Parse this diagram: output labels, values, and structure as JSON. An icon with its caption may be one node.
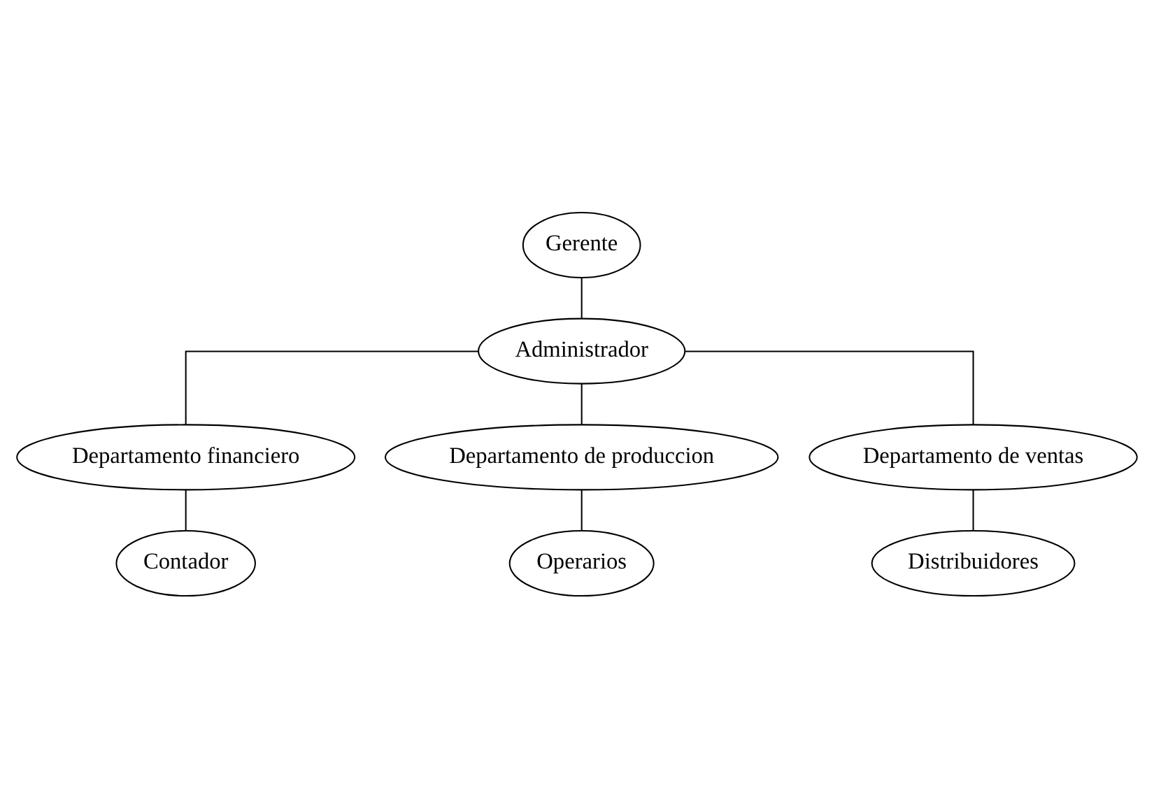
{
  "diagram": {
    "nodes": [
      {
        "text": [
          "Gerente"
        ]
      },
      {
        "text": [
          "Administrador"
        ]
      },
      {
        "text": [
          "Departamento financiero"
        ]
      },
      {
        "text": [
          "Departamento de produccion"
        ]
      },
      {
        "text": [
          "Departamento de ventas"
        ]
      },
      {
        "text": [
          "Contador"
        ]
      },
      {
        "text": [
          "Operarios"
        ]
      },
      {
        "text": [
          "Distribuidores"
        ]
      }
    ],
    "edges": [
      {
        "from": 0,
        "to": 1,
        "arrow": "none"
      },
      {
        "from": 1,
        "to": 2,
        "arrow": "none"
      },
      {
        "from": 1,
        "to": 3,
        "arrow": "none"
      },
      {
        "from": 1,
        "to": 4,
        "arrow": "none"
      },
      {
        "from": 2,
        "to": 5,
        "arrow": "none"
      },
      {
        "from": 3,
        "to": 6,
        "arrow": "none"
      },
      {
        "from": 4,
        "to": 7,
        "arrow": "none"
      }
    ]
  }
}
